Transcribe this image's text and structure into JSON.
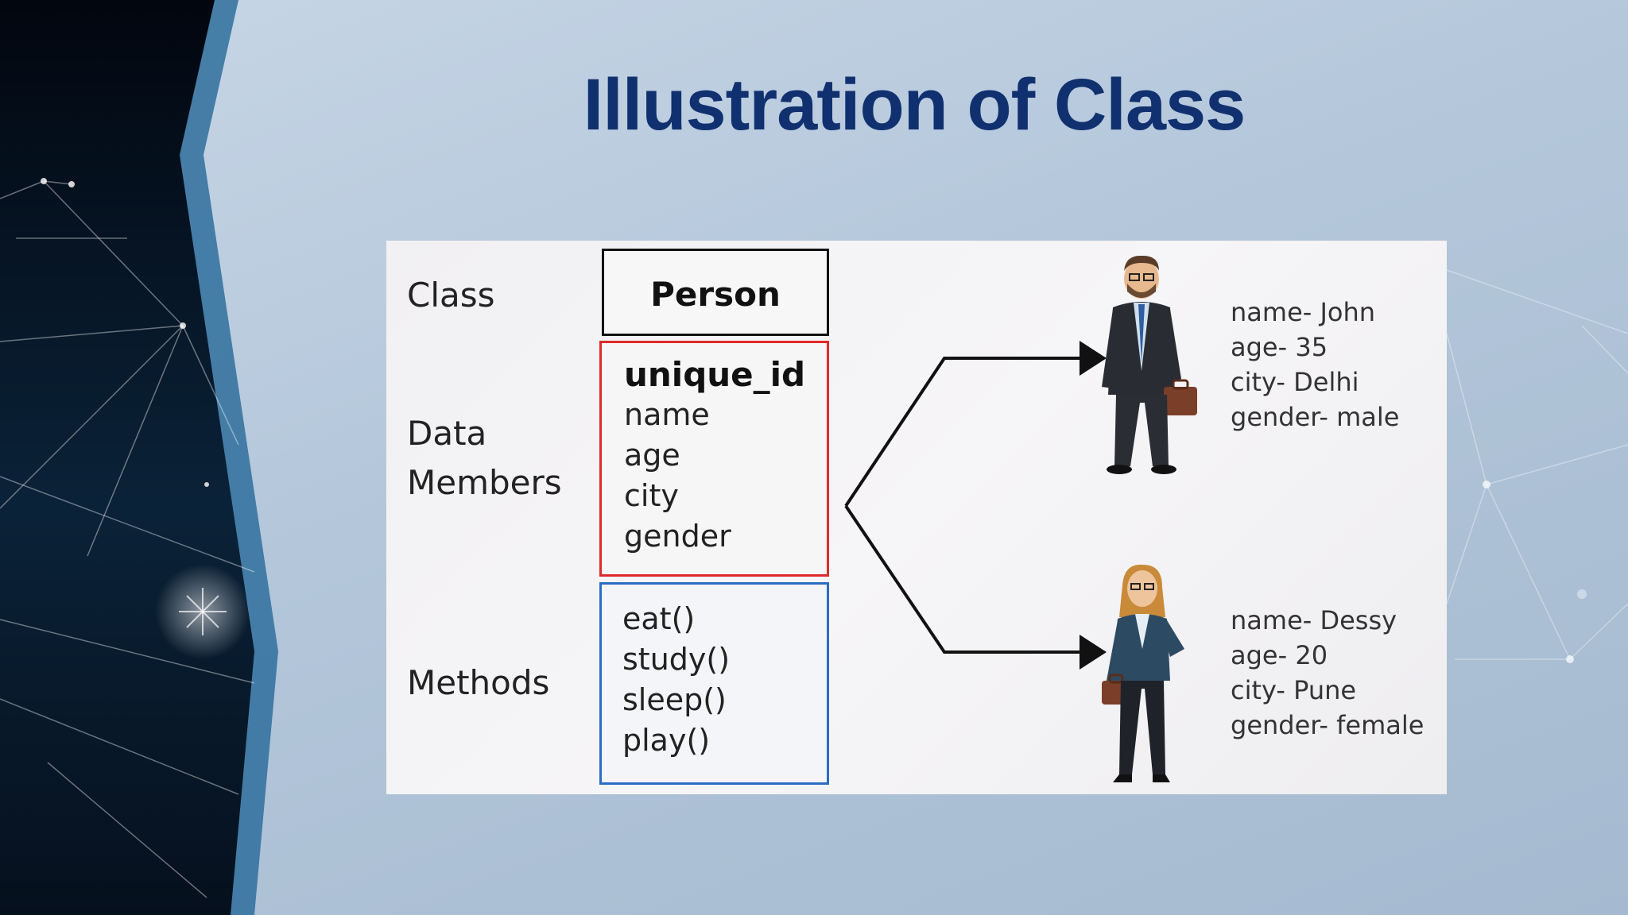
{
  "slide": {
    "title": "Illustration of Class"
  },
  "diagram": {
    "labels": {
      "class": "Class",
      "data_line1": "Data",
      "data_line2": "Members",
      "methods": "Methods"
    },
    "class_name": "Person",
    "data_members": [
      "unique_id",
      "name",
      "age",
      "city",
      "gender"
    ],
    "methods": [
      "eat()",
      "study()",
      "sleep()",
      "play()"
    ],
    "objects": [
      {
        "icon": "businessman-icon",
        "lines": [
          "name- John",
          "age- 35",
          "city- Delhi",
          "gender- male"
        ]
      },
      {
        "icon": "businesswoman-icon",
        "lines": [
          "name- Dessy",
          "age- 20",
          "city- Pune",
          "gender- female"
        ]
      }
    ]
  },
  "colors": {
    "title": "#10306f",
    "data_box_border": "#e02a2a",
    "methods_box_border": "#2b6cc4",
    "left_panel": "#061326"
  }
}
